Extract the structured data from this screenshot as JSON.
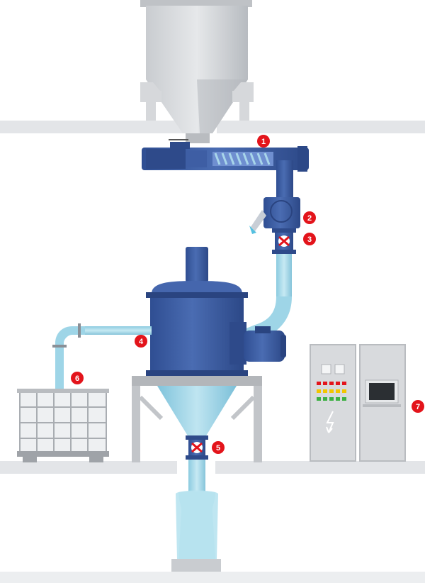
{
  "colors": {
    "floor": "#e3e5e8",
    "hopper_light": "#d2d4d8",
    "hopper_dark": "#a9adb2",
    "machine_blue": "#3a5a9e",
    "machine_blue_dark": "#2a4480",
    "machine_blue_light": "#5a7cc0",
    "pipe_light": "#a9dcea",
    "pipe_mid": "#8fcfe3",
    "badge_red": "#e3141b",
    "cabinet": "#d8dadd",
    "cabinet_dark": "#b9bcc0"
  },
  "callouts": [
    {
      "id": "1"
    },
    {
      "id": "2"
    },
    {
      "id": "3"
    },
    {
      "id": "4"
    },
    {
      "id": "5"
    },
    {
      "id": "6"
    },
    {
      "id": "7"
    }
  ],
  "icons": {
    "valve": "butterfly-valve-icon",
    "lightning": "high-voltage-icon"
  }
}
